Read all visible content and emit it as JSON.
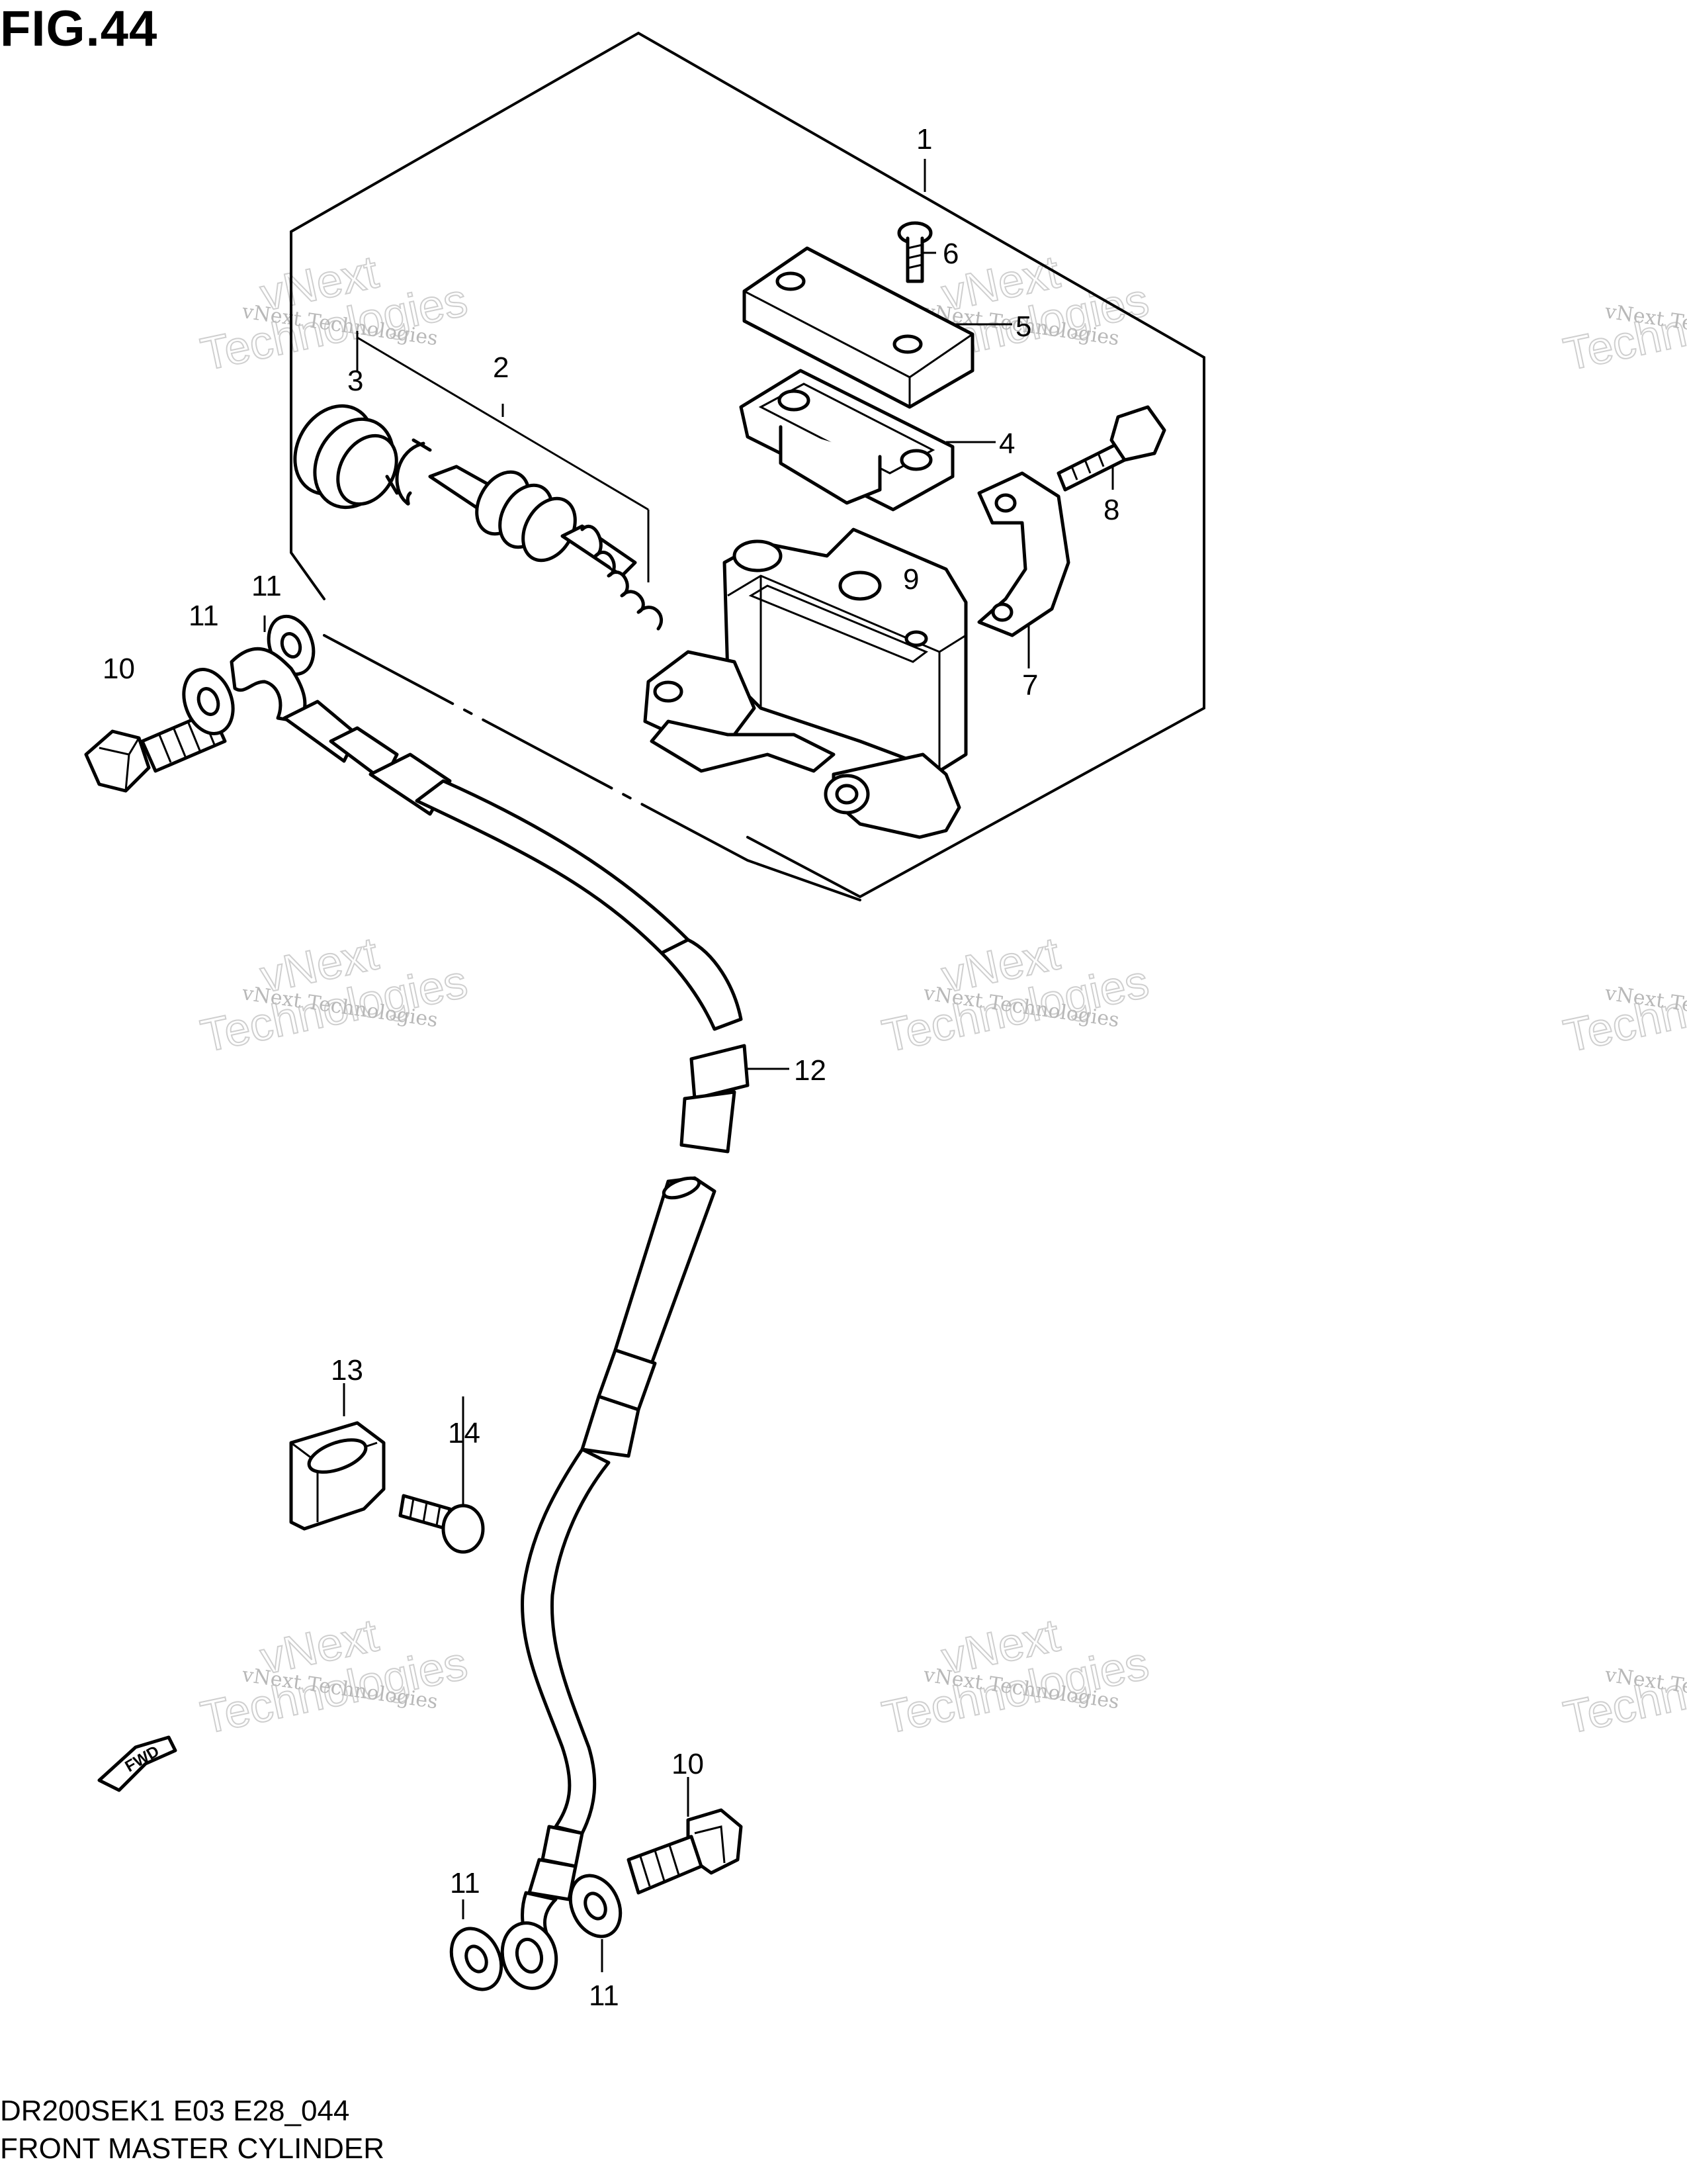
{
  "title": "FIG.44",
  "footer": {
    "code": "DR200SEK1 E03 E28_044",
    "name": "FRONT MASTER CYLINDER"
  },
  "watermark": {
    "line1": "vNext Technologies",
    "line2": "vNext",
    "line3": "Technologies"
  },
  "callouts": {
    "c1": "1",
    "c2": "2",
    "c3": "3",
    "c4": "4",
    "c5": "5",
    "c6": "6",
    "c7": "7",
    "c8": "8",
    "c9": "9",
    "c10a": "10",
    "c10b": "10",
    "c11a": "11",
    "c11b": "11",
    "c11c": "11",
    "c11d": "11",
    "c12": "12",
    "c13": "13",
    "c14": "14"
  },
  "fwd_label": "FWD"
}
